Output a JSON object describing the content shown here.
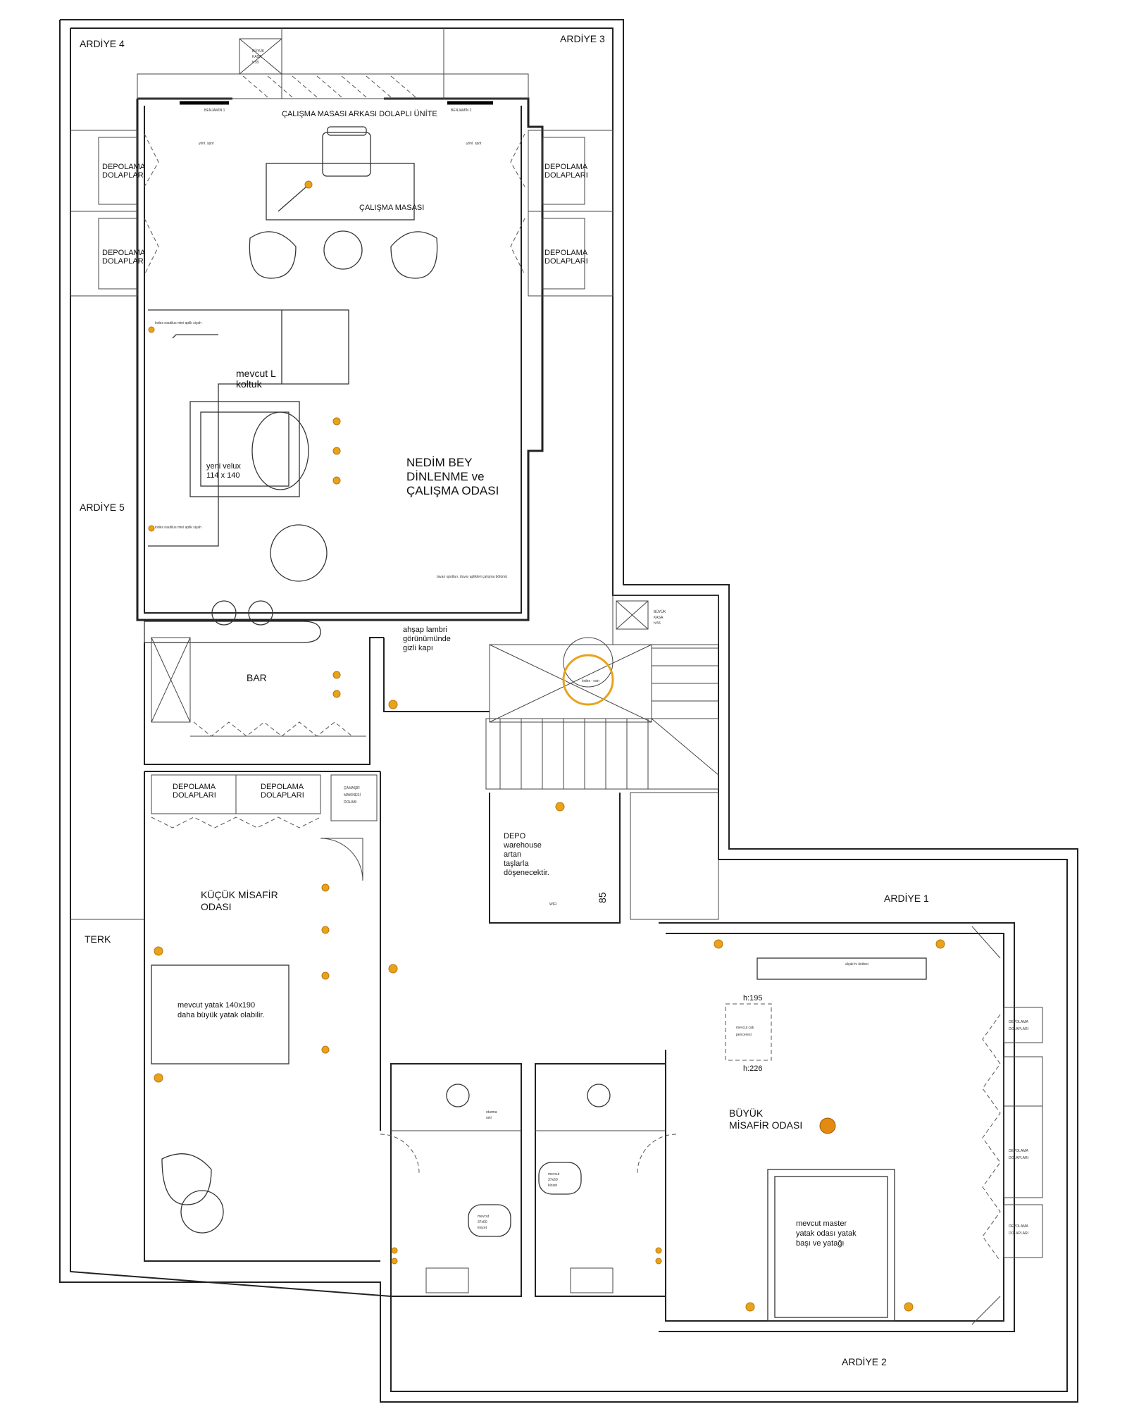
{
  "areas": {
    "ardiye4": "ARDİYE 4",
    "ardiye3": "ARDİYE 3",
    "ardiye5": "ARDİYE 5",
    "ardiye1": "ARDİYE 1",
    "ardiye2": "ARDİYE 2",
    "terk": "TERK"
  },
  "study": {
    "name_l1": "NEDİM BEY",
    "name_l2": "DİNLENME ve",
    "name_l3": "ÇALIŞMA ODASI",
    "cabinet_wall": "ÇALIŞMA MASASI ARKASI DOLAPLI ÜNİTE",
    "desk": "ÇALIŞMA MASASI",
    "sofa_l1": "mevcut L",
    "sofa_l2": "koltuk",
    "velux_l1": "yeni velux",
    "velux_l2": "114 x 140",
    "benjamin1": "BENJAMİN 1",
    "benjamin2": "BENJAMİN 2",
    "safe_l1": "BÜYÜK",
    "safe_l2": "KASA",
    "safe_l3": "h:55"
  },
  "storage": {
    "l1": "DEPOLAMA",
    "l2": "DOLAPLARI"
  },
  "bar": {
    "name": "BAR",
    "door_l1": "ahşap lambri",
    "door_l2": "görünümünde",
    "door_l3": "gizli kapı"
  },
  "landing": {
    "safe_l1": "BÜYÜK",
    "safe_l2": "KASA",
    "safe_l3": "h:55",
    "linea": "lodes - rain"
  },
  "depo": {
    "l1": "DEPO",
    "l2": "warehouse",
    "l3": "artan",
    "l4": "taşlarla",
    "l5": "döşenecektir.",
    "dim": "85",
    "wifi": "WIFI"
  },
  "small_guest": {
    "name_l1": "KÜÇÜK MİSAFİR",
    "name_l2": "ODASI",
    "bed_l1": "mevcut yatak 140x190",
    "bed_l2": "daha büyük yatak olabilir.",
    "laundry_l1": "ÇAMAŞIR",
    "laundry_l2": "MAKİNESİ",
    "laundry_l3": "DOLABI"
  },
  "big_guest": {
    "name_l1": "BÜYÜK",
    "name_l2": "MİSAFİR ODASI",
    "h1": "h:195",
    "window_l1": "mevcut catı",
    "window_l2": "penceresi",
    "h2": "h:226",
    "bed_l1": "mevcut master",
    "bed_l2": "yatak odası yatak",
    "bed_l3": "başı ve yatağı",
    "tv": "alçak tv ünitesi"
  },
  "baths": {
    "wc": "mevcut",
    "wc2": "37x60",
    "wc3": "klozet",
    "bench_l1": "oturma",
    "bench_l2": "seti"
  },
  "notes": {
    "spot": "yönl. spot",
    "lodes": "lodes nautilus mini aplik siyah",
    "tiny": "tavan spotları, duvar aplikleri çalışma bölümü"
  },
  "colors": {
    "lamp": "#e9a21a",
    "wall": "#222222"
  }
}
